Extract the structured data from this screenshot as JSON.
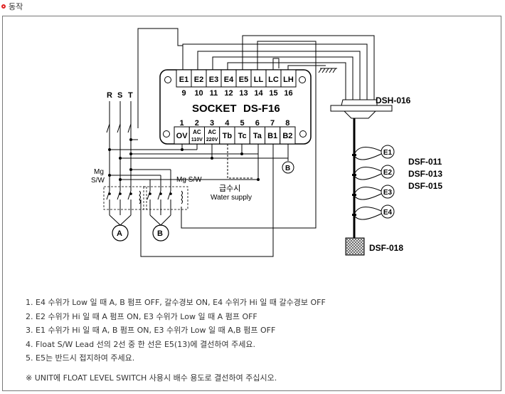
{
  "header": {
    "title": "동작"
  },
  "socket": {
    "title": "SOCKET",
    "model": "DS-F16",
    "top_terminals": [
      {
        "label": "E1",
        "num": "9"
      },
      {
        "label": "E2",
        "num": "10"
      },
      {
        "label": "E3",
        "num": "11"
      },
      {
        "label": "E4",
        "num": "12"
      },
      {
        "label": "E5",
        "num": "13"
      },
      {
        "label": "LL",
        "num": "14"
      },
      {
        "label": "LC",
        "num": "15"
      },
      {
        "label": "LH",
        "num": "16"
      }
    ],
    "bottom_terminals": [
      {
        "label": "OV",
        "sub": "",
        "num": "1"
      },
      {
        "label": "AC",
        "sub": "110V",
        "num": "2"
      },
      {
        "label": "AC",
        "sub": "220V",
        "num": "3"
      },
      {
        "label": "Tb",
        "sub": "",
        "num": "4"
      },
      {
        "label": "Tc",
        "sub": "",
        "num": "5"
      },
      {
        "label": "Ta",
        "sub": "",
        "num": "6"
      },
      {
        "label": "B1",
        "sub": "",
        "num": "7"
      },
      {
        "label": "B2",
        "sub": "",
        "num": "8"
      }
    ]
  },
  "power": {
    "phases": [
      "R",
      "S",
      "T"
    ]
  },
  "switches": {
    "mg1": [
      "Mg",
      "S/W"
    ],
    "mg2": "Mg S/W"
  },
  "motors": {
    "a": "A",
    "b": "B"
  },
  "buzzer": "B",
  "water_supply": {
    "ko": "급수시",
    "en": "Water supply"
  },
  "sensors": {
    "float_switch": "DSH-016",
    "electrodes": [
      "E1",
      "E2",
      "E3",
      "E4"
    ],
    "electrode_models": [
      "DSF-011",
      "DSF-013",
      "DSF-015"
    ],
    "weight": "DSF-018"
  },
  "notes": [
    "1. E4 수위가 Low 일 때 A, B 펌프 OFF, 갈수경보 ON, E4 수위가 Hi 일 때 갈수경보 OFF",
    "2. E2 수위가 Hi 일 때 A 펌프 ON, E3 수위가 Low 일 때 A 펌프 OFF",
    "3. E1 수위가 Hi 일 때 A, B 펌프 ON, E3 수위가 Low 일 때 A,B 펌프 OFF",
    "4. Float S/W Lead 선의 2선 중 한 선은 E5(13)에 결선하여 주세요.",
    "5. E5는 반드시 접지하여 주세요."
  ],
  "remark": "※ UNIT에 FLOAT LEVEL SWITCH 사용시 배수 용도로 결선하여 주십시오."
}
